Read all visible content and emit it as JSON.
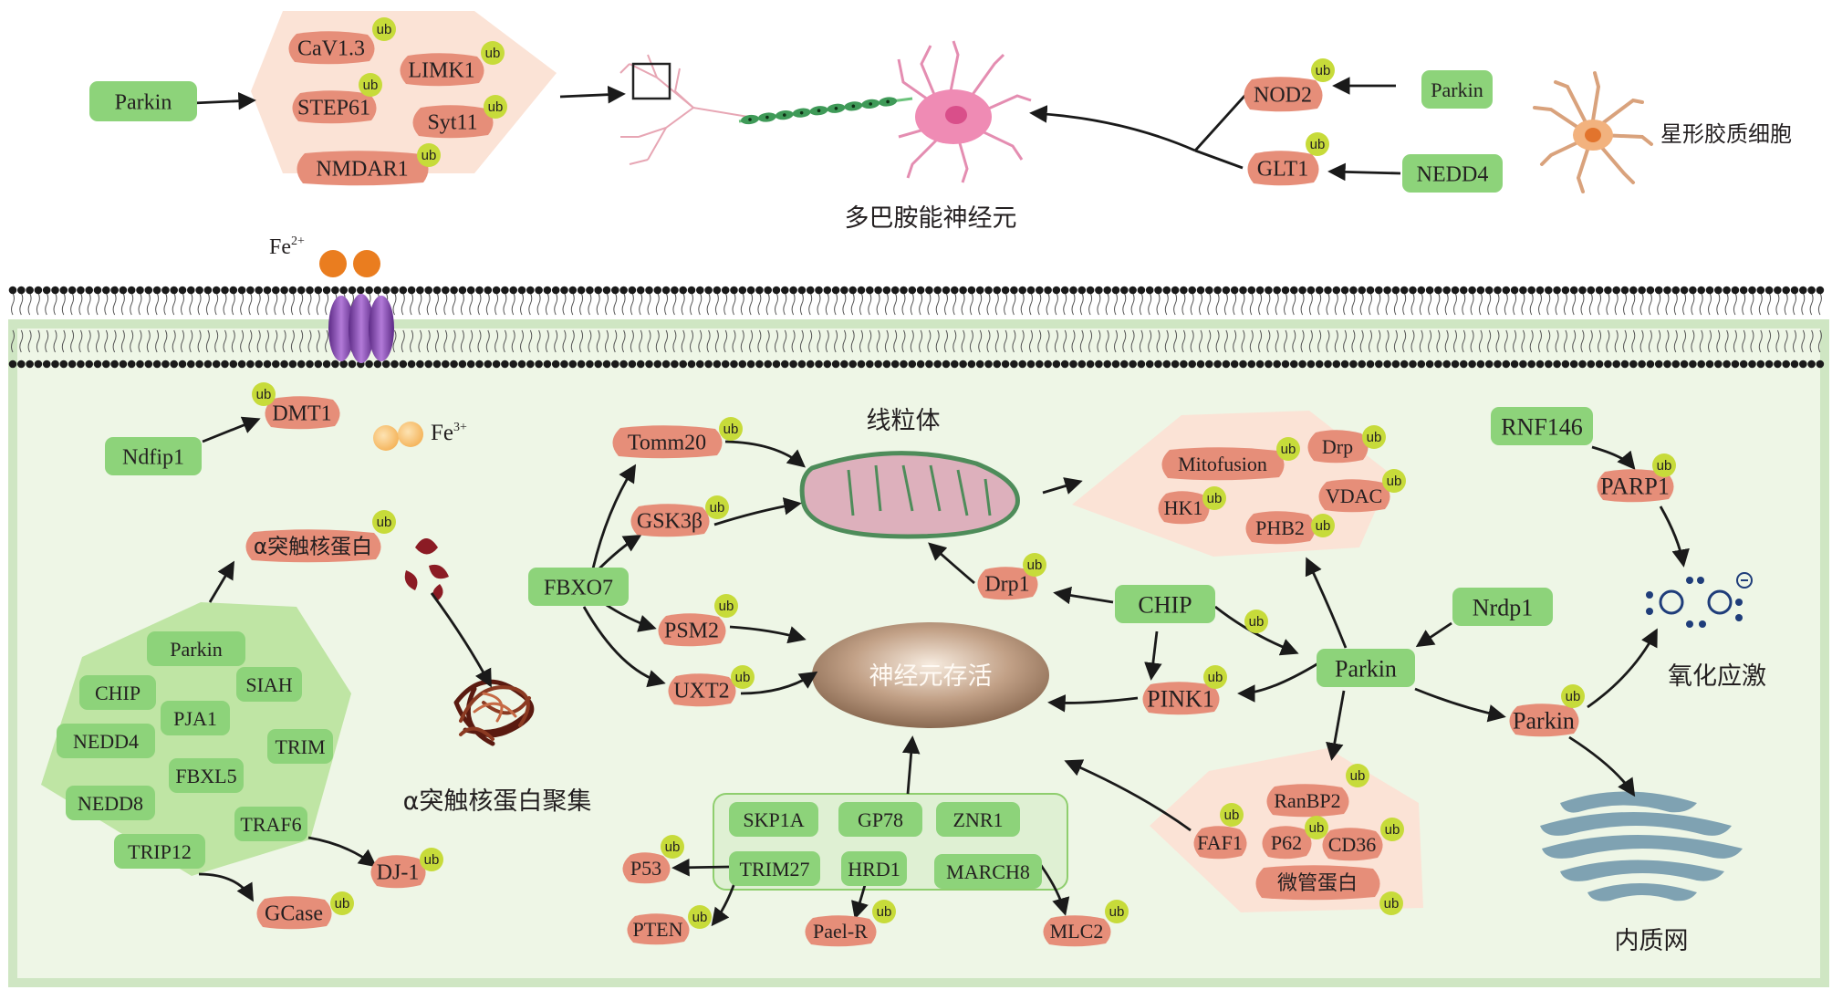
{
  "colors": {
    "green_box": "#8dd37a",
    "green_box_light": "#a7dd93",
    "salmon": "#e68e79",
    "ub": "#c7db3a",
    "cell_bg": "#eef6e6",
    "cell_border": "#cfe6c3",
    "peach_region": "#fbe3d6",
    "green_region": "#bfe5a4",
    "membrane_head": "#1a1a1a"
  },
  "ub_label": "ub",
  "neuron": {
    "left_group": {
      "source": "Parkin",
      "targets": [
        "CaV1.3",
        "LIMK1",
        "STEP61",
        "Syt11",
        "NMDAR1"
      ]
    },
    "label": "多巴胺能神经元",
    "right_group": {
      "nod2": "NOD2",
      "glt1": "GLT1",
      "parkin": "Parkin",
      "nedd4": "NEDD4"
    },
    "astrocyte_label": "星形胶质细胞"
  },
  "iron": {
    "fe2": "Fe",
    "fe2_sup": "2+",
    "fe3": "Fe",
    "fe3_sup": "3+",
    "dmt1": "DMT1",
    "ndfip1": "Ndfip1"
  },
  "synuclein": {
    "target": "α突触核蛋白",
    "aggregate_label": "α突触核蛋白聚集",
    "e3_ligases": [
      "Parkin",
      "CHIP",
      "SIAH",
      "PJA1",
      "NEDD4",
      "TRIM",
      "FBXL5",
      "NEDD8",
      "TRAF6",
      "TRIP12"
    ],
    "dj1": "DJ-1",
    "gcase": "GCase"
  },
  "mito": {
    "label": "线粒体",
    "fbxo7": "FBXO7",
    "fbxo7_targets": [
      "Tomm20",
      "GSK3β",
      "PSM2",
      "UXT2"
    ],
    "drp1": "Drp1",
    "chip": "CHIP",
    "pink1": "PINK1",
    "parkin": "Parkin",
    "nrdp1": "Nrdp1",
    "parkin_targets_mito": [
      "Mitofusion",
      "Drp",
      "VDAC",
      "HK1",
      "PHB2"
    ]
  },
  "center": {
    "survival": "神经元存活"
  },
  "er_group": {
    "ligases": [
      "SKP1A",
      "GP78",
      "ZNR1",
      "TRIM27",
      "HRD1",
      "MARCH8"
    ],
    "substrates": [
      "P53",
      "PTEN",
      "Pael-R",
      "MLC2"
    ]
  },
  "cyto": {
    "targets": [
      "RanBP2",
      "FAF1",
      "P62",
      "CD36",
      "微管蛋白"
    ]
  },
  "stress": {
    "rnf146": "RNF146",
    "parp1": "PARP1",
    "label": "氧化应激",
    "parkin_ub": "Parkin",
    "er_label": "内质网"
  }
}
